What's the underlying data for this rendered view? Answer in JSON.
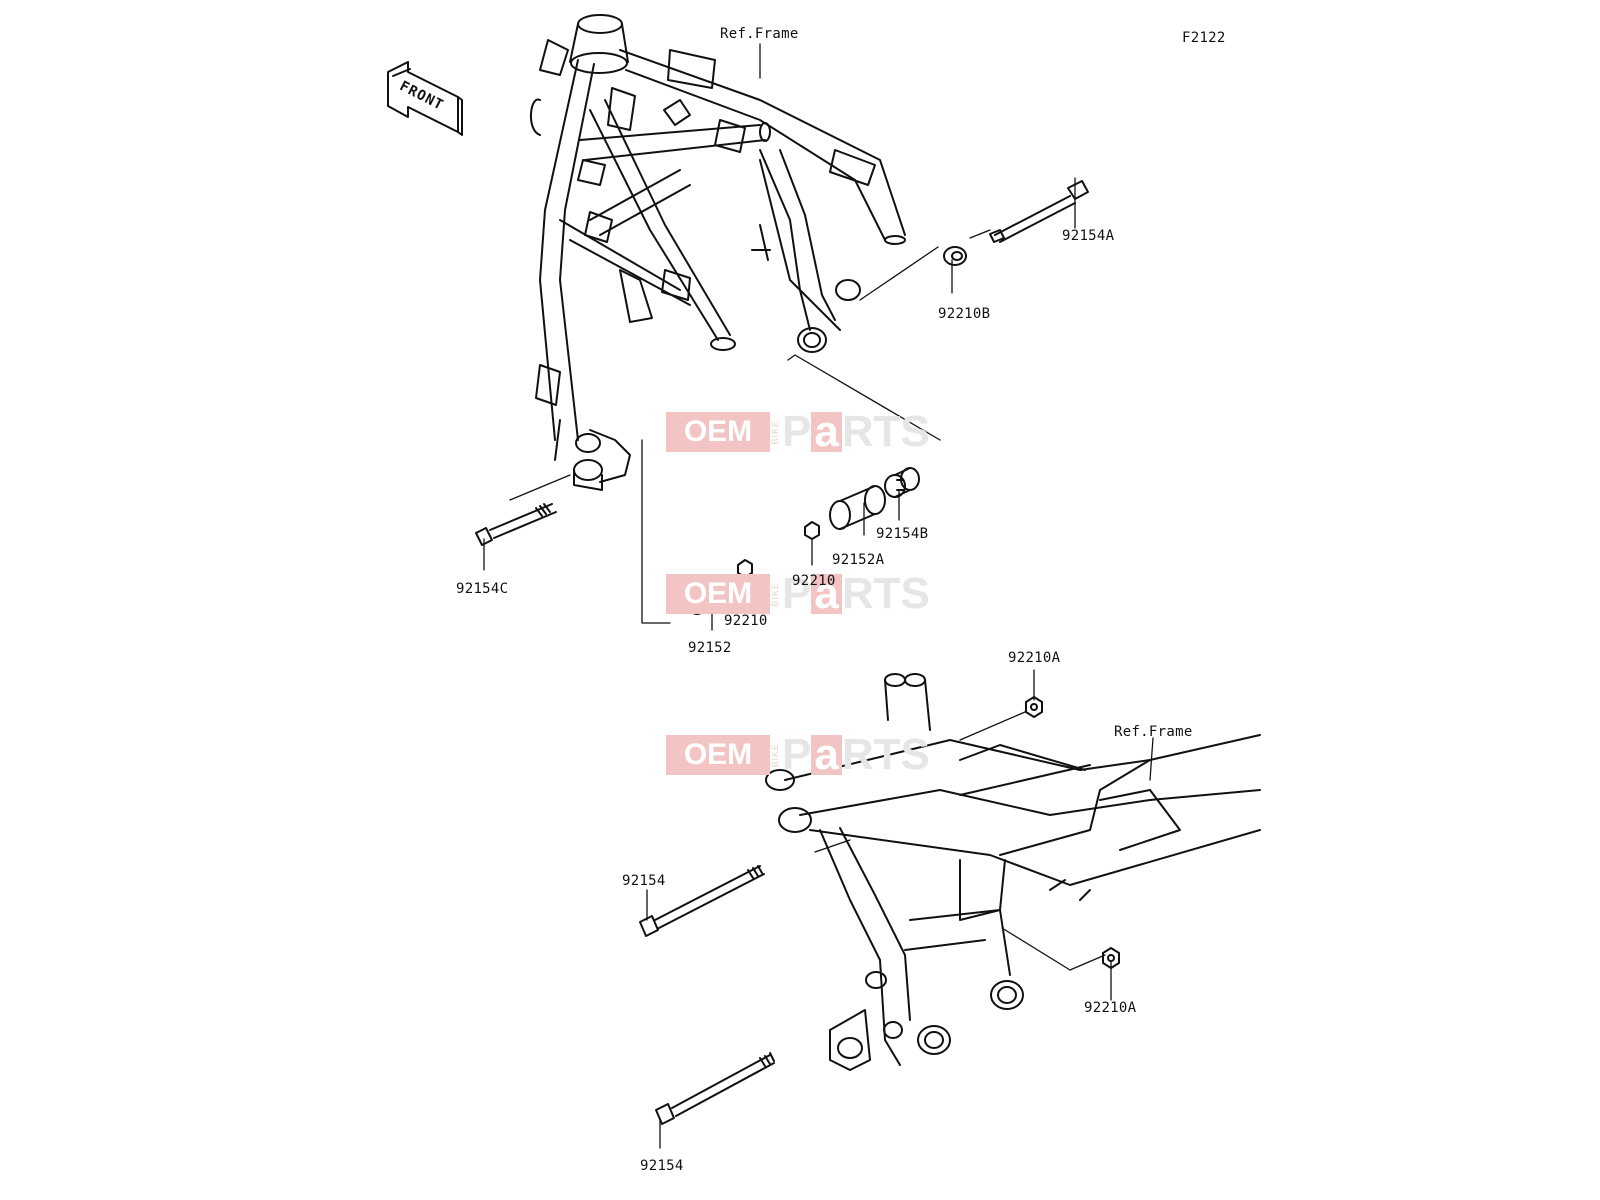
{
  "figure_code": "F2122",
  "ref_frame_label": "Ref.Frame",
  "front_arrow_label": "FRONT",
  "watermark": {
    "oem": "OEM",
    "bike": "BIKE",
    "parts_p": "P",
    "parts_a": "a",
    "parts_rest": "RTS"
  },
  "parts": {
    "p92154A": "92154A",
    "p92210B": "92210B",
    "p92154B": "92154B",
    "p92152A": "92152A",
    "p92210_upper": "92210",
    "p92154C": "92154C",
    "p92210_lower": "92210",
    "p92152": "92152",
    "p92210A_top": "92210A",
    "p92154_upper": "92154",
    "p92210A_right": "92210A",
    "p92154_lower": "92154"
  }
}
